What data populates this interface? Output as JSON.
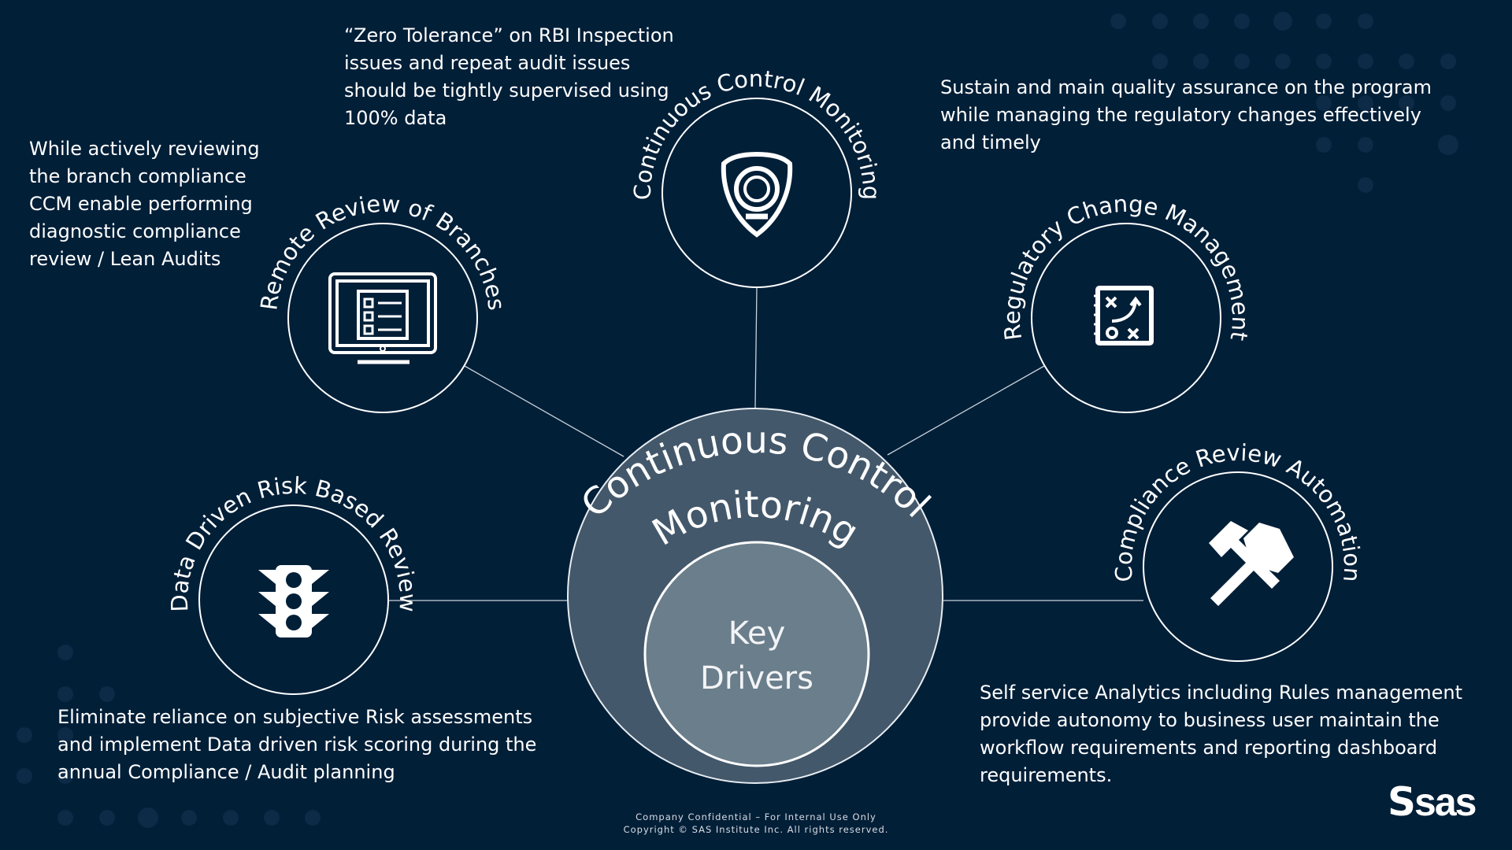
{
  "center": {
    "title_line1": "Continuous Control",
    "title_line2": "Monitoring",
    "inner_line1": "Key",
    "inner_line2": "Drivers"
  },
  "nodes": {
    "ccm": {
      "label": "Continuous Control Monitoring",
      "icon": "shield-icon"
    },
    "remote": {
      "label": "Remote Review of Branches",
      "icon": "monitor-checklist-icon"
    },
    "regulatory": {
      "label": "Regulatory Change Management",
      "icon": "strategy-board-icon"
    },
    "data_driven": {
      "label": "Data Driven Risk Based Review",
      "icon": "traffic-light-icon"
    },
    "compliance": {
      "label": "Compliance Review Automation",
      "icon": "hammers-icon"
    }
  },
  "descriptions": {
    "remote": [
      "While actively reviewing",
      "the branch compliance",
      "CCM enable performing",
      "diagnostic compliance",
      "review / Lean Audits"
    ],
    "ccm": [
      "“Zero Tolerance” on RBI Inspection",
      "issues and repeat audit issues",
      "should be tightly supervised using",
      "100% data"
    ],
    "regulatory": [
      "Sustain and main quality assurance on the program",
      "while managing the regulatory changes effectively",
      "and timely"
    ],
    "data_driven": [
      "Eliminate reliance on subjective Risk assessments",
      "and implement Data driven risk scoring during the",
      "annual Compliance / Audit planning"
    ],
    "compliance": [
      "Self service Analytics including Rules management",
      "provide autonomy to business user maintain the",
      "workflow requirements and reporting dashboard",
      "requirements."
    ]
  },
  "footer": {
    "line1": "Company Confidential – For Internal Use Only",
    "line2": "Copyright © SAS Institute Inc. All rights reserved."
  },
  "logo": "sas",
  "colors": {
    "background": "#021f38",
    "outer_circle": "#44586b",
    "inner_circle": "#6b7e8c",
    "dots": "#0d2a46"
  }
}
